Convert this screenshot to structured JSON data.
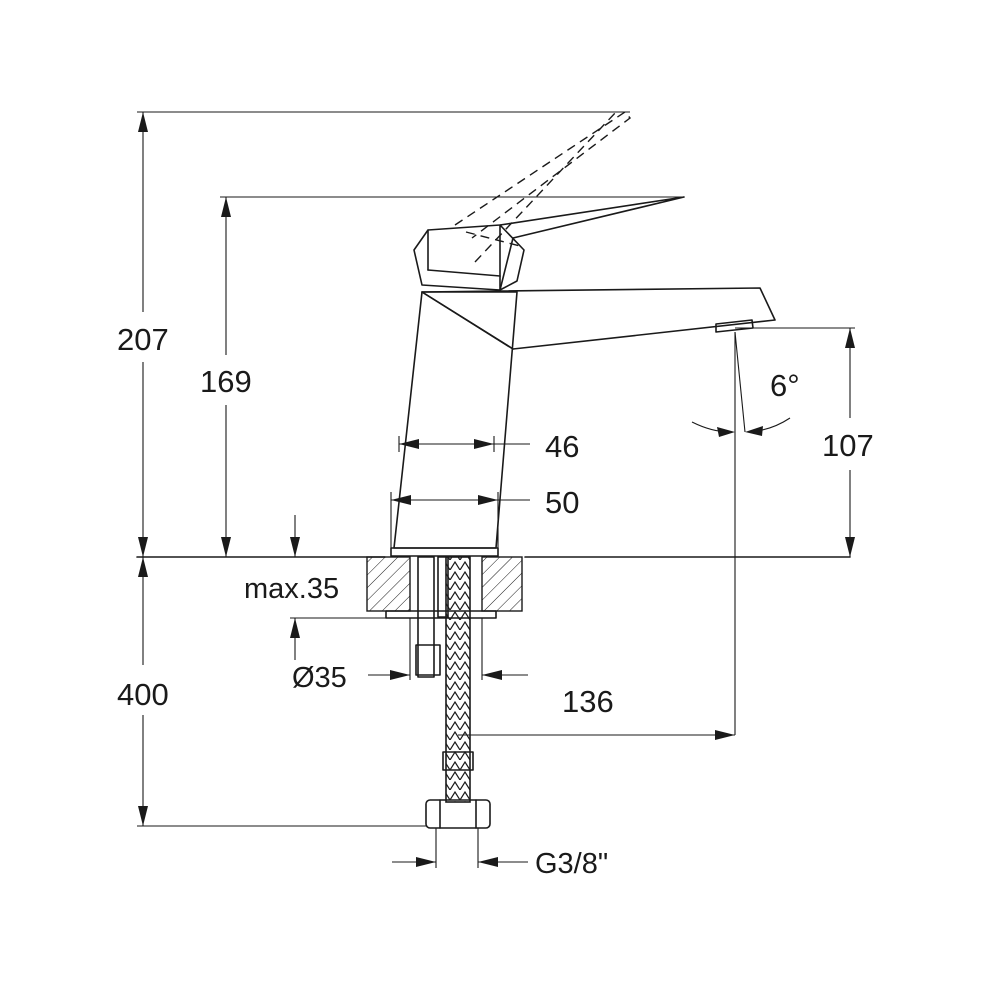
{
  "dimensions": {
    "total_height": "207",
    "lever_height": "169",
    "spout_height": "107",
    "spout_angle": "6°",
    "body_width_top": "46",
    "body_width_base": "50",
    "max_deck": "max.35",
    "hole_diameter": "Ø35",
    "spout_reach": "136",
    "hose_length": "400",
    "thread": "G3/8\""
  },
  "colors": {
    "line": "#1a1a1a",
    "background": "#ffffff"
  }
}
